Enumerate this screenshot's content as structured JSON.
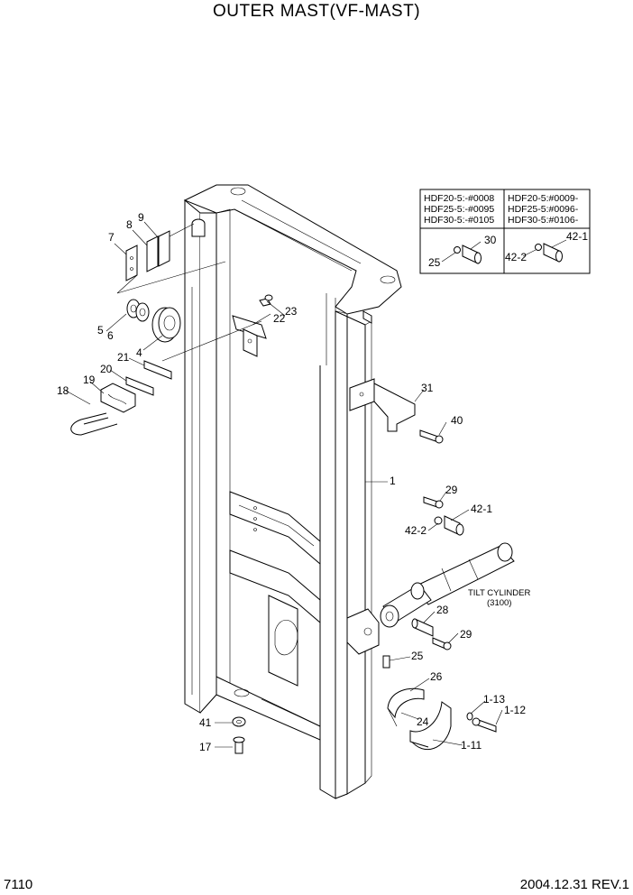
{
  "title": "OUTER MAST(VF-MAST)",
  "footer": {
    "page_number": "7110",
    "date_revision": "2004.12.31  REV.1"
  },
  "serial_table": {
    "left_col": [
      "HDF20-5:-#0008",
      "HDF25-5:-#0095",
      "HDF30-5:-#0105"
    ],
    "right_col": [
      "HDF20-5:#0009-",
      "HDF25-5:#0096-",
      "HDF30-5:#0106-"
    ],
    "left_parts": [
      "30",
      "25"
    ],
    "right_parts": [
      "42-1",
      "42-2"
    ]
  },
  "callouts": {
    "p1": "1",
    "p4": "4",
    "p5": "5",
    "p6": "6",
    "p7": "7",
    "p8": "8",
    "p9": "9",
    "p17": "17",
    "p18": "18",
    "p19": "19",
    "p20": "20",
    "p21": "21",
    "p22": "22",
    "p23": "23",
    "p24": "24",
    "p25": "25",
    "p26": "26",
    "p28": "28",
    "p29a": "29",
    "p29b": "29",
    "p31": "31",
    "p40": "40",
    "p41": "41",
    "p42_1": "42-1",
    "p42_2": "42-2",
    "p1_11": "1-11",
    "p1_12": "1-12",
    "p1_13": "1-13"
  },
  "tilt_cylinder": {
    "label": "TILT CYLINDER",
    "ref": "(3100)"
  }
}
